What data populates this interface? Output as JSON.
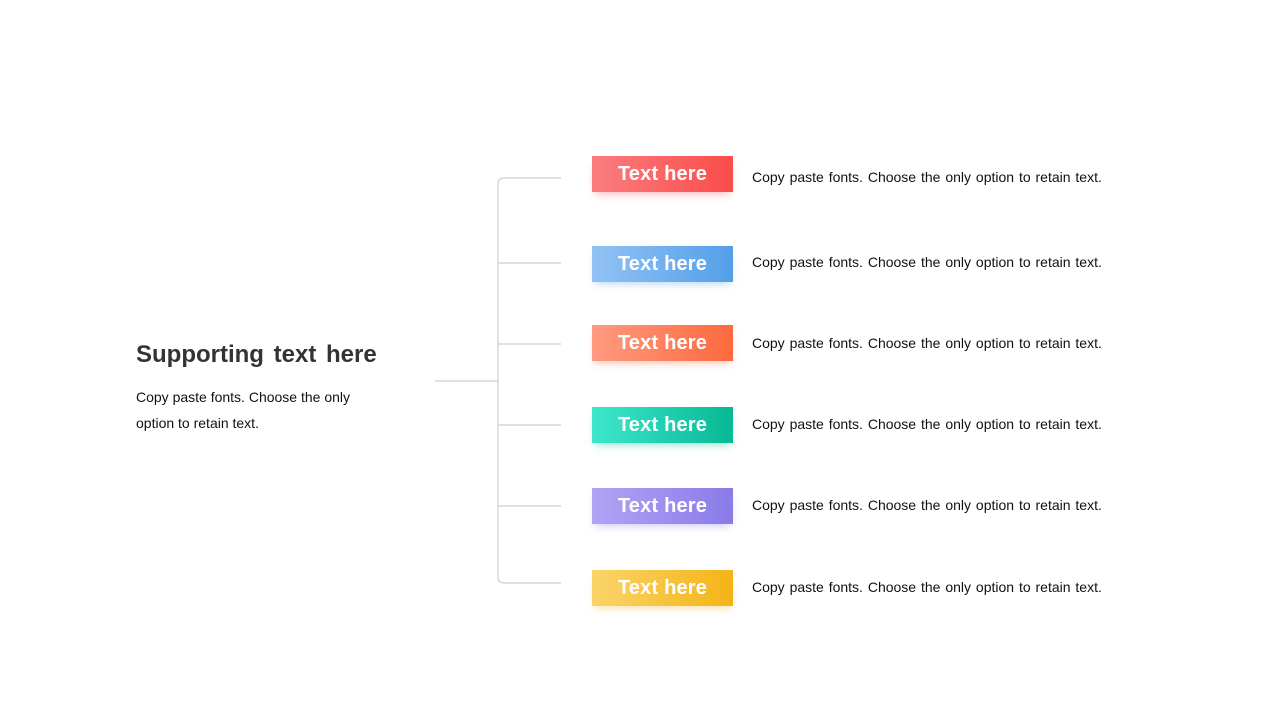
{
  "summary": {
    "title": "Supporting text here",
    "body": "Copy paste fonts. Choose the only option to retain text."
  },
  "items": [
    {
      "label": "Text here",
      "text": "Copy paste fonts. Choose the only option to retain text.",
      "color_start": "#fb7d80",
      "color_end": "#f94d4a"
    },
    {
      "label": "Text here",
      "text": "Copy paste fonts. Choose the only option to retain text.",
      "color_start": "#92c2f5",
      "color_end": "#549fe8"
    },
    {
      "label": "Text here",
      "text": "Copy paste fonts. Choose the only option to retain text.",
      "color_start": "#fe9a80",
      "color_end": "#fd6a3e"
    },
    {
      "label": "Text here",
      "text": "Copy paste fonts. Choose the only option to retain text.",
      "color_start": "#3ee7cc",
      "color_end": "#06b894"
    },
    {
      "label": "Text here",
      "text": "Copy paste fonts. Choose the only option to retain text.",
      "color_start": "#b0a4f5",
      "color_end": "#8a7be9"
    },
    {
      "label": "Text here",
      "text": "Copy paste fonts. Choose the only option to retain text.",
      "color_start": "#fbd46a",
      "color_end": "#f4b416"
    }
  ]
}
